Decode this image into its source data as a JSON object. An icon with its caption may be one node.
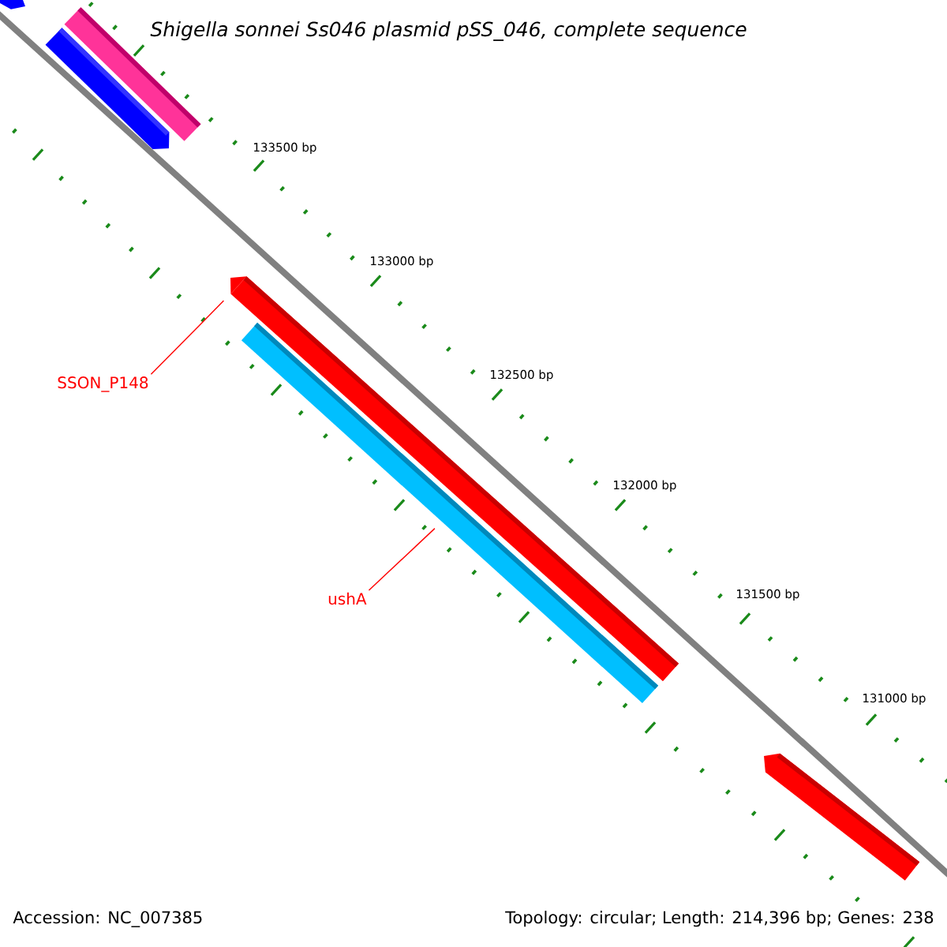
{
  "diagram": {
    "title": "Shigella sonnei Ss046 plasmid pSS_046, complete sequence",
    "nodes": [
      {
        "text": [
          "SSON_P148"
        ]
      },
      {
        "text": [],
        "shape": "bar"
      },
      {
        "text": [
          "ushA"
        ]
      },
      {
        "text": [],
        "shape": "bar"
      }
    ],
    "edges": [
      {
        "from": 0,
        "to": 1,
        "arrow": "none"
      },
      {
        "from": 2,
        "to": 3,
        "arrow": "none"
      }
    ],
    "labels": [
      "133500 bp",
      "133000 bp",
      "132500 bp",
      "132000 bp",
      "131500 bp",
      "131000 bp",
      "Accession: NC_007385",
      "Topology: circular; Length: 214,396 bp; Genes: 238"
    ]
  }
}
